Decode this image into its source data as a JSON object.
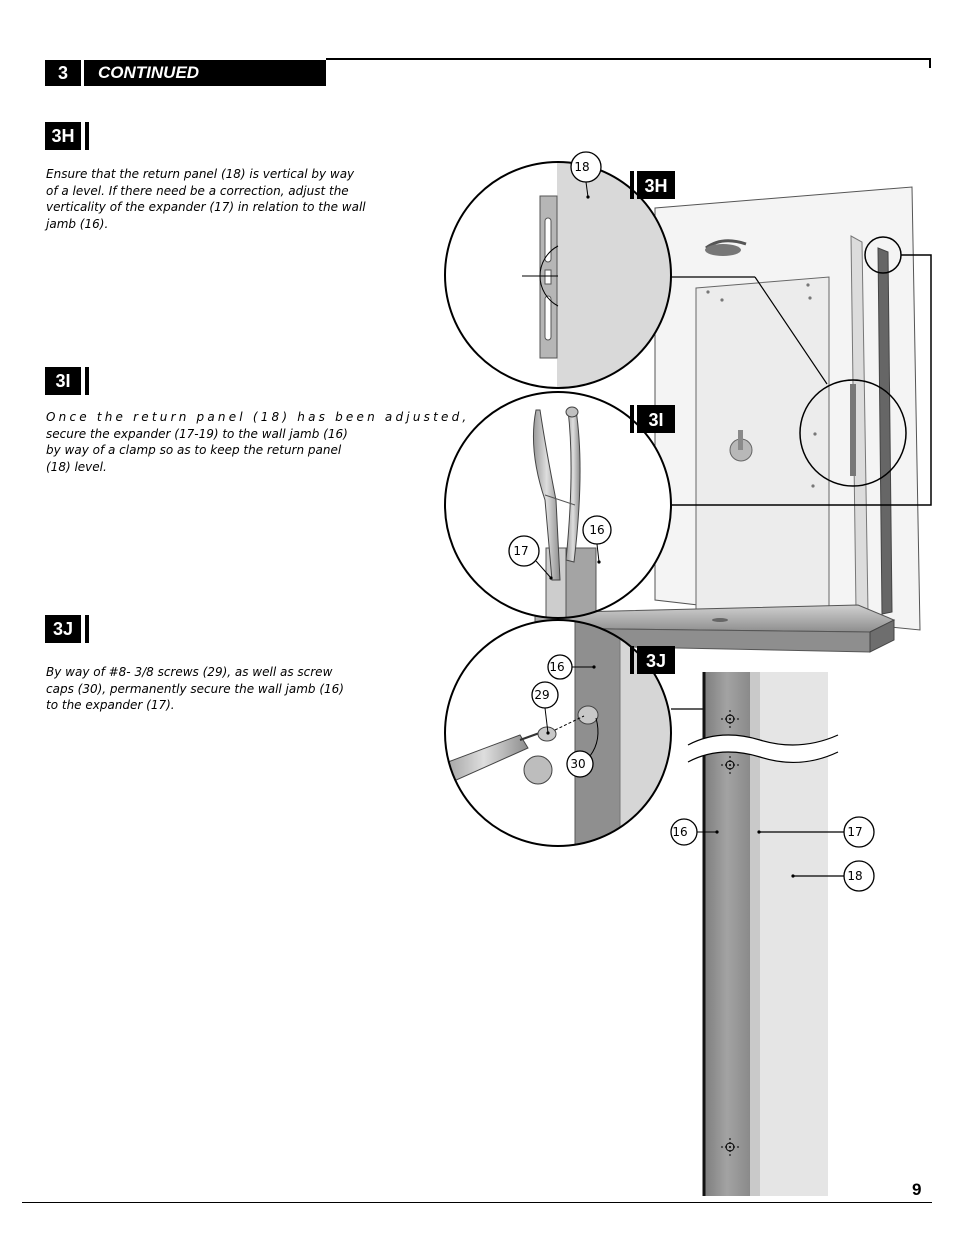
{
  "header": {
    "section_number": "3",
    "section_title": "CONTINUED"
  },
  "steps": [
    {
      "badge": "3H",
      "lines": [
        "Ensure that the return panel (18) is vertical by way",
        "of a level. If there need be a correction, adjust the",
        "verticality of the expander (17) in relation to the wall",
        "jamb (16)."
      ]
    },
    {
      "badge": "3I",
      "lines": [
        "Once the return panel (18) has been adjusted,",
        "secure the expander (17-19) to the wall jamb (16)",
        "by way of a clamp so as to keep the return panel",
        "(18) level."
      ]
    },
    {
      "badge": "3J",
      "lines": [
        "By way of #8- 3/8 screws (29), as well as screw",
        "caps (30),  permanently secure the wall jamb (16)",
        "to the expander (17)."
      ]
    }
  ],
  "figure_badges": [
    "3H",
    "3I",
    "3J"
  ],
  "callouts": {
    "detail_3h": [
      "18"
    ],
    "detail_3i": [
      "16",
      "17"
    ],
    "detail_3j": [
      "16",
      "29",
      "30"
    ],
    "profile": [
      "16",
      "17",
      "18"
    ]
  },
  "footer": {
    "page_number": "9"
  }
}
